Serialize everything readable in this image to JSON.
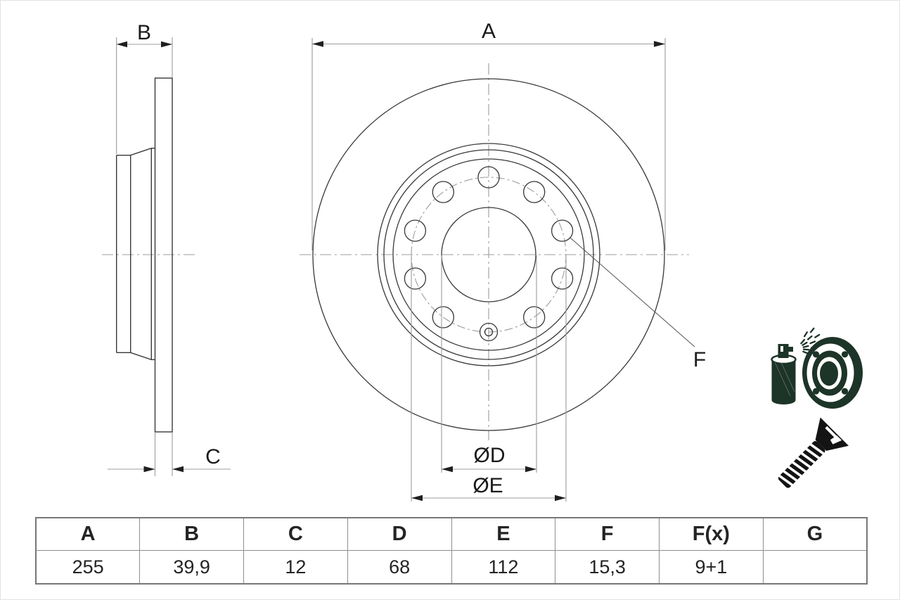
{
  "drawing": {
    "labels": {
      "dim_a": "A",
      "dim_b": "B",
      "dim_c": "C",
      "dim_d": "ØD",
      "dim_e": "ØE",
      "dim_f": "F"
    },
    "colors": {
      "background": "#ffffff",
      "solid_line": "#383838",
      "dim_line": "#9c9c9c",
      "arrowhead": "#1f1f1f",
      "label_text": "#1a1a1a",
      "table_border": "#8f8f8f",
      "icon_green": "#1d3428",
      "icon_black": "#141414"
    },
    "icons": [
      "spray-coating-disc-icon",
      "countersunk-screw-icon"
    ]
  },
  "table": {
    "headers": [
      "A",
      "B",
      "C",
      "D",
      "E",
      "F",
      "F(x)",
      "G"
    ],
    "values": [
      "255",
      "39,9",
      "12",
      "68",
      "112",
      "15,3",
      "9+1",
      ""
    ]
  }
}
